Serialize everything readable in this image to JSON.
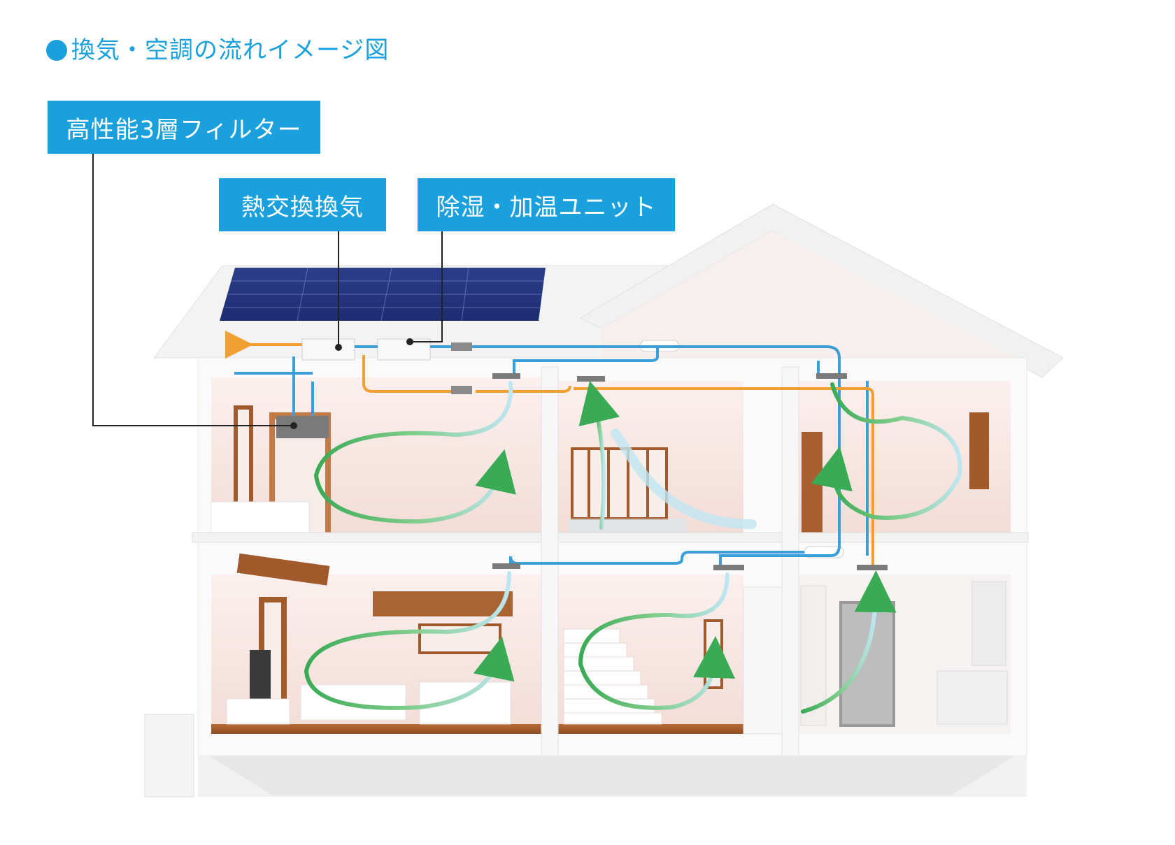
{
  "title": "換気・空調の流れイメージ図",
  "labels": {
    "filter": "高性能3層フィルター",
    "heat_exchange": "熱交換換気",
    "dehumidify_heat": "除湿・加温ユニット"
  },
  "colors": {
    "accent": "#1aa0dd",
    "supply_duct": "#3a9fd8",
    "exhaust_duct": "#f0a030",
    "airflow": "#3aaa55"
  },
  "icons": [
    "solar-panel-icon",
    "airflow-arrow-icon"
  ]
}
